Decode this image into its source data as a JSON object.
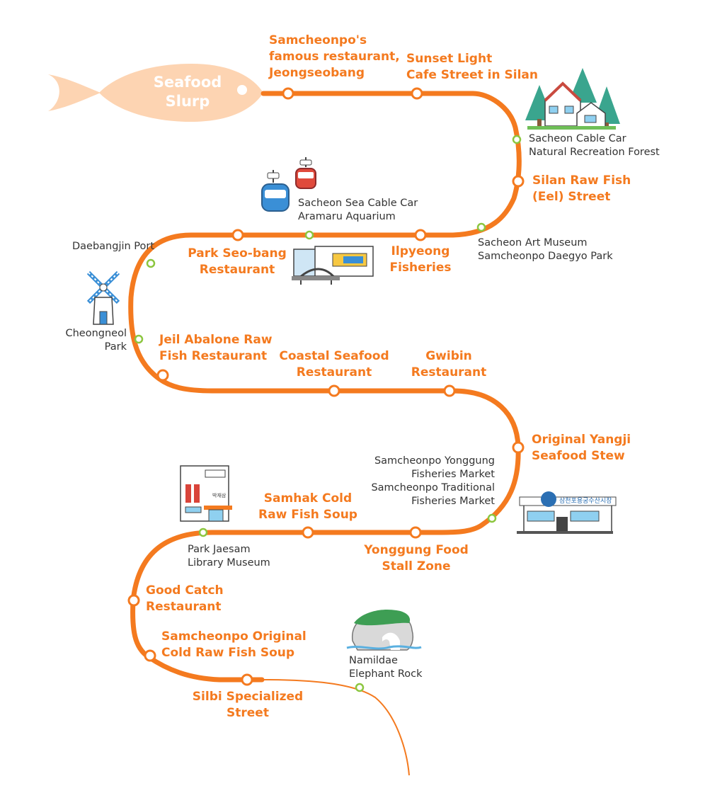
{
  "route": {
    "title_lines": [
      "Seafood",
      "Slurp"
    ],
    "colors": {
      "route": "#f47a1f",
      "minor_stop": "#8cc63f",
      "fish": "#fdd4b2",
      "label": "#f47a1f",
      "sub_label": "#333333"
    },
    "restaurants": [
      {
        "id": "jeongseobang",
        "lines": [
          "Samcheonpo's",
          "famous restaurant,",
          "Jeongseobang"
        ]
      },
      {
        "id": "sunset-light",
        "lines": [
          "Sunset Light",
          "Cafe Street in Silan"
        ]
      },
      {
        "id": "silan-raw-fish",
        "lines": [
          "Silan Raw Fish",
          "(Eel) Street"
        ]
      },
      {
        "id": "park-seobang",
        "lines": [
          "Park Seo-bang",
          "Restaurant"
        ]
      },
      {
        "id": "ilpyeong",
        "lines": [
          "Ilpyeong",
          "Fisheries"
        ]
      },
      {
        "id": "jeil-abalone",
        "lines": [
          "Jeil Abalone Raw",
          "Fish Restaurant"
        ]
      },
      {
        "id": "coastal-seafood",
        "lines": [
          "Coastal Seafood",
          "Restaurant"
        ]
      },
      {
        "id": "gwibin",
        "lines": [
          "Gwibin",
          "Restaurant"
        ]
      },
      {
        "id": "yangji",
        "lines": [
          "Original Yangji",
          "Seafood Stew"
        ]
      },
      {
        "id": "samhak",
        "lines": [
          "Samhak Cold",
          "Raw Fish Soup"
        ]
      },
      {
        "id": "yonggung-food",
        "lines": [
          "Yonggung Food",
          "Stall Zone"
        ]
      },
      {
        "id": "good-catch",
        "lines": [
          "Good Catch",
          "Restaurant"
        ]
      },
      {
        "id": "samcheonpo-original",
        "lines": [
          "Samcheonpo Original",
          "Cold Raw Fish Soup"
        ]
      },
      {
        "id": "silbi",
        "lines": [
          "Silbi Specialized",
          "Street"
        ]
      }
    ],
    "attractions": [
      {
        "id": "cable-car-forest",
        "lines": [
          "Sacheon Cable Car",
          "Natural Recreation Forest"
        ]
      },
      {
        "id": "sea-cable-car",
        "lines": [
          "Sacheon Sea Cable Car",
          "Aramaru Aquarium"
        ]
      },
      {
        "id": "art-museum",
        "lines": [
          "Sacheon Art Museum",
          "Samcheonpo Daegyo Park"
        ]
      },
      {
        "id": "daebangjin",
        "lines": [
          "Daebangjin Port"
        ]
      },
      {
        "id": "cheongneol",
        "lines": [
          "Cheongneol",
          "Park"
        ]
      },
      {
        "id": "yonggung-market",
        "lines": [
          "Samcheonpo Yonggung",
          "Fisheries Market",
          "Samcheonpo Traditional",
          "Fisheries Market"
        ]
      },
      {
        "id": "park-jaesam",
        "lines": [
          "Park Jaesam",
          "Library Museum"
        ]
      },
      {
        "id": "namildae",
        "lines": [
          "Namildae",
          "Elephant Rock"
        ]
      }
    ],
    "icons": [
      "fish-icon",
      "forest-house-icon",
      "cable-car-icon",
      "aquarium-icon",
      "windmill-icon",
      "fish-market-icon",
      "library-icon",
      "elephant-rock-icon"
    ]
  }
}
